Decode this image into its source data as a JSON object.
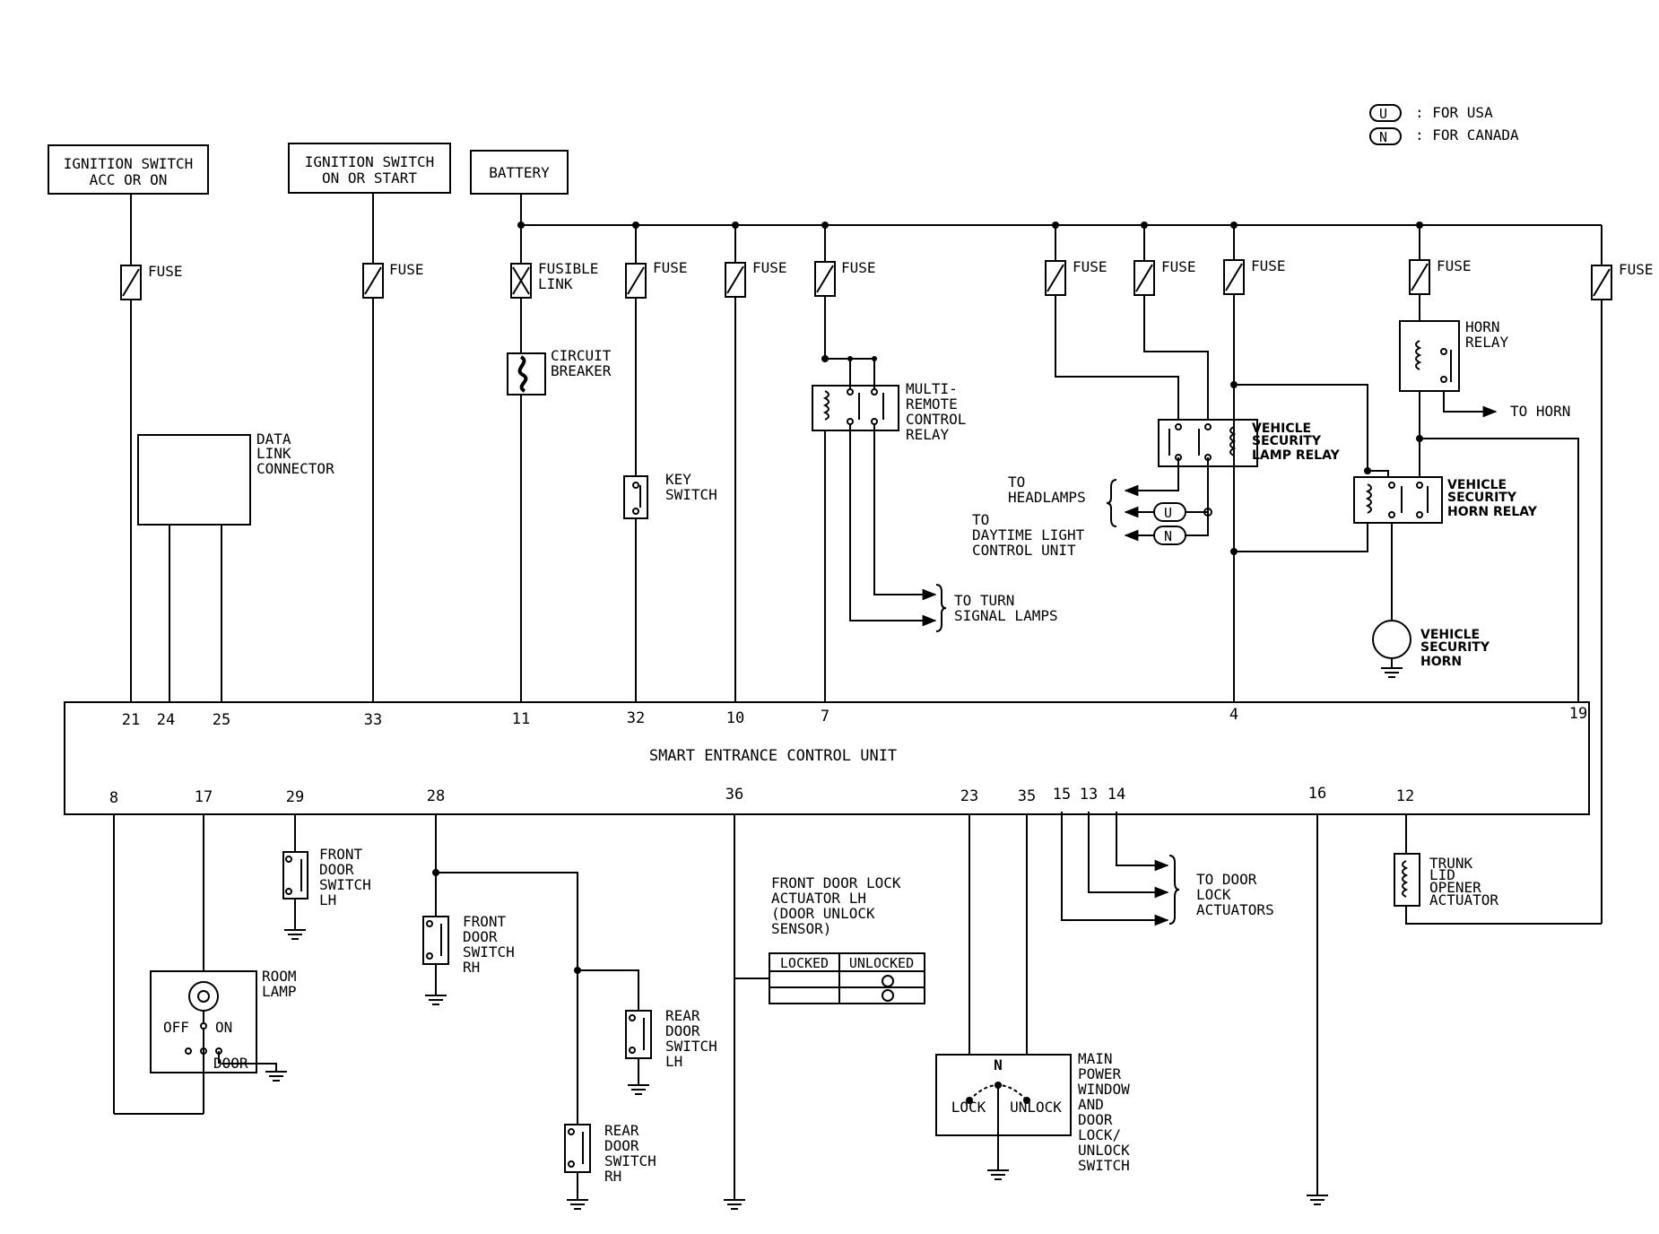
{
  "legend": [
    {
      "mark": "U",
      "text": ": FOR USA"
    },
    {
      "mark": "N",
      "text": ": FOR CANADA"
    }
  ],
  "sources": {
    "ign_acc": [
      "IGNITION SWITCH",
      "ACC OR ON"
    ],
    "ign_start": [
      "IGNITION SWITCH",
      "ON OR START"
    ],
    "battery": "BATTERY"
  },
  "fuse_label": "FUSE",
  "fusible_link": [
    "FUSIBLE",
    "LINK"
  ],
  "circuit_breaker": [
    "CIRCUIT",
    "BREAKER"
  ],
  "data_link_connector": [
    "DATA",
    "LINK",
    "CONNECTOR"
  ],
  "key_switch": [
    "KEY",
    "SWITCH"
  ],
  "multi_relay": [
    "MULTI-",
    "REMOTE",
    "CONTROL",
    "RELAY"
  ],
  "turn_signal": [
    "TO TURN",
    "SIGNAL LAMPS"
  ],
  "lamp_relay": [
    "VEHICLE",
    "SECURITY",
    "LAMP RELAY"
  ],
  "headlamps": [
    "TO",
    "HEADLAMPS"
  ],
  "daytime": [
    "TO",
    "DAYTIME LIGHT",
    "CONTROL UNIT"
  ],
  "horn_relay": [
    "HORN",
    "RELAY"
  ],
  "to_horn": "TO HORN",
  "security_horn_relay": [
    "VEHICLE",
    "SECURITY",
    "HORN RELAY"
  ],
  "security_horn": [
    "VEHICLE",
    "SECURITY",
    "HORN"
  ],
  "control_unit": {
    "name": "SMART ENTRANCE CONTROL UNIT",
    "top_pins": [
      "21",
      "24",
      "25",
      "33",
      "11",
      "32",
      "10",
      "7",
      "4",
      "19"
    ],
    "bottom_pins": [
      "8",
      "17",
      "29",
      "28",
      "36",
      "23",
      "35",
      "15",
      "13",
      "14",
      "16",
      "12"
    ]
  },
  "front_door_switch_lh": [
    "FRONT",
    "DOOR",
    "SWITCH",
    "LH"
  ],
  "front_door_switch_rh": [
    "FRONT",
    "DOOR",
    "SWITCH",
    "RH"
  ],
  "rear_door_switch_lh": [
    "REAR",
    "DOOR",
    "SWITCH",
    "LH"
  ],
  "rear_door_switch_rh": [
    "REAR",
    "DOOR",
    "SWITCH",
    "RH"
  ],
  "room_lamp": {
    "name": [
      "ROOM",
      "LAMP"
    ],
    "off": "OFF",
    "on": "ON",
    "door": "DOOR"
  },
  "door_lock_actuator": {
    "name": [
      "FRONT DOOR LOCK",
      "ACTUATOR LH",
      "(DOOR UNLOCK",
      "SENSOR)"
    ],
    "locked": "LOCKED",
    "unlocked": "UNLOCKED"
  },
  "to_door_lock": [
    "TO DOOR",
    "LOCK",
    "ACTUATORS"
  ],
  "trunk_opener": [
    "TRUNK",
    "LID",
    "OPENER",
    "ACTUATOR"
  ],
  "power_window_switch": {
    "name": [
      "MAIN",
      "POWER",
      "WINDOW",
      "AND",
      "DOOR",
      "LOCK/",
      "UNLOCK",
      "SWITCH"
    ],
    "n": "N",
    "lock": "LOCK",
    "unlock": "UNLOCK"
  }
}
